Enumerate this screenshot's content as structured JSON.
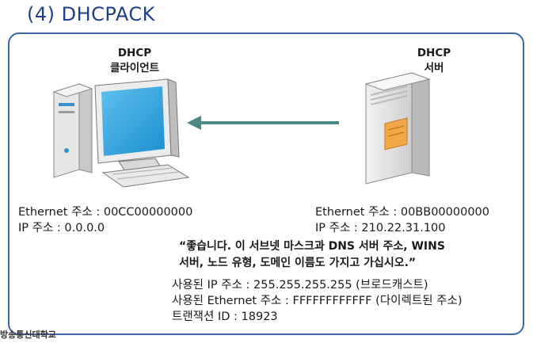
{
  "title": "(4) DHCPACK",
  "client": {
    "label_line1": "DHCP",
    "label_line2": "클라이언트",
    "ethernet": "Ethernet 주소 : 00CC00000000",
    "ip": "IP 주소 : 0.0.0.0"
  },
  "server": {
    "label_line1": "DHCP",
    "label_line2": "서버",
    "ethernet": "Ethernet 주소 : 00BB00000000",
    "ip": "IP 주소 : 210.22.31.100"
  },
  "message": {
    "line1": "“좋습니다. 이 서브넷 마스크과 DNS 서버 주소, WINS",
    "line2": "서버, 노드 유형, 도메인 이름도 가지고 가십시오.”"
  },
  "packet": {
    "ip": "사용된 IP 주소 : 255.255.255.255 (브로드캐스트)",
    "ethernet": "사용된 Ethernet 주소 : FFFFFFFFFFFF (다이렉트된 주소)",
    "transaction": "트랜잭션 ID : 18923"
  },
  "footer": "방송통신대학교",
  "colors": {
    "title": "#1f3f86",
    "frame": "#3a66b0",
    "arrow": "#4a8a86"
  }
}
